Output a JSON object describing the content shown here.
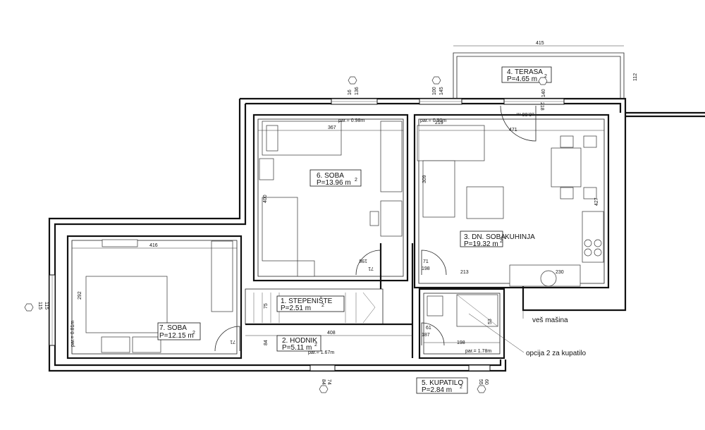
{
  "rooms": {
    "soba6": {
      "name": "6. SOBA",
      "area": "P=13.96 m",
      "sup": "2"
    },
    "dn_soba": {
      "name": "3. DN. SOBA",
      "extra": "KUHINJA",
      "area": "P=19.32 m",
      "sup": "2"
    },
    "stepeniste": {
      "name": "1. STEPENIŠTE",
      "area": "P=2.51  m",
      "sup": "2"
    },
    "hodnik": {
      "name": "2. HODNIK",
      "area": "P=5.11  m",
      "sup": "2"
    },
    "soba7": {
      "name": "7. SOBA",
      "area": "P=12.15 m",
      "sup": "2"
    },
    "terasa": {
      "name": "4. TERASA",
      "area": "P=4.65  m",
      "sup": "2"
    },
    "kupatilo": {
      "name": "5. KUPATILO",
      "area": "P=2.84   m",
      "sup": "2"
    }
  },
  "parapets": {
    "p098": "par.= 0.98m",
    "p090": "par.= 0.90m",
    "p081": "par.= 0.81m",
    "p167": "par.= 1.67m",
    "p178": "par.= 1.78m"
  },
  "dimensions": {
    "d415": "415",
    "d112": "112",
    "d367": "367",
    "d219": "219",
    "d471": "471",
    "d400": "400",
    "d309": "309",
    "d427": "427",
    "d416": "416",
    "d292": "292",
    "d408": "408",
    "d213": "213",
    "d230": "230",
    "d198a": "198",
    "d198b": "198",
    "d71a": "71",
    "d71b": "71",
    "d71c": "71",
    "d61": "61",
    "d187": "187",
    "d84": "84",
    "d75": "75",
    "d198c": "198",
    "d140": "140",
    "d218": "218",
    "d000": "±0.00 m",
    "d53": "53",
    "w16": "16",
    "w136": "136",
    "w100": "100",
    "w145": "145",
    "w115a": "115",
    "w115b": "115",
    "w84": "84",
    "w74": "74",
    "w55": "55",
    "w60": "60"
  },
  "annotations": {
    "ves_masina": "veš mašina",
    "opcija": "opcija 2 za kupatilo"
  }
}
